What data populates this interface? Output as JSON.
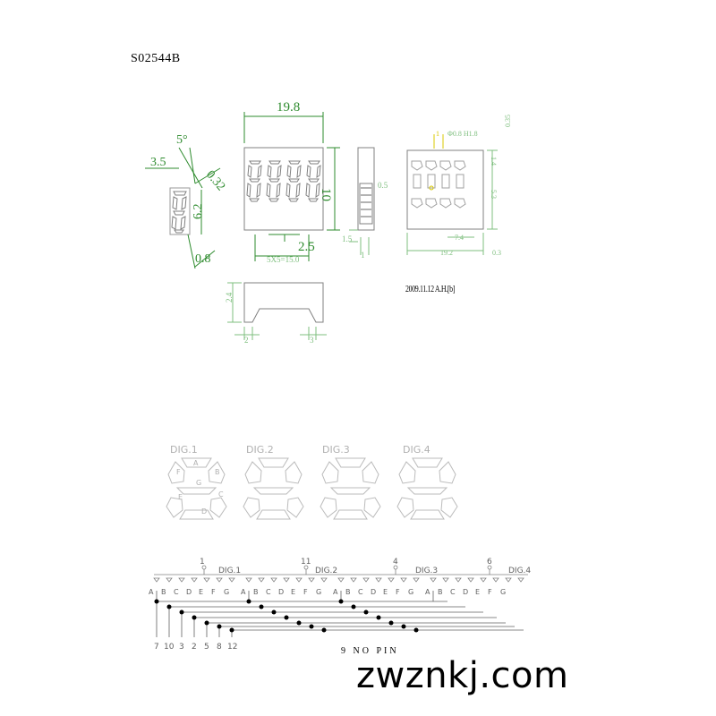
{
  "part_number": "S02544B",
  "date_code": "2009.11.12 A.H.[b]",
  "watermark": "zwznkj.com",
  "no_pin_note": "9 NO PIN",
  "colors": {
    "outline": "#808080",
    "dimension": "#2e8b2e",
    "dimension_light": "#7fbf7f",
    "accent": "#d8c800",
    "segment_label": "#b0b0b0",
    "schematic": "#000000"
  },
  "dimensions": {
    "side_view": {
      "angle": "5°",
      "width": "3.5",
      "diag": "0.32",
      "height": "6.2",
      "pin": "0.8"
    },
    "front_view": {
      "width": "19.8",
      "height": "10",
      "pitch": "2.5",
      "total": "5X5=15.0"
    },
    "side_profile": {
      "d1": "0.5",
      "d2": "1.5",
      "d3": "1"
    },
    "bottom_view": {
      "pad": "1",
      "hole": "Φ0.8 H1.8",
      "top": "0.35",
      "right1": "1.4",
      "right2": "5.3",
      "pitch": "7.4",
      "width": "19.2",
      "edge": "0.3"
    },
    "bottom_profile": {
      "h": "2.4",
      "a": "2",
      "b": "3"
    }
  },
  "digits": [
    {
      "label": "DIG.1",
      "segments": [
        "A",
        "B",
        "C",
        "D",
        "E",
        "F",
        "G"
      ]
    },
    {
      "label": "DIG.2"
    },
    {
      "label": "DIG.3"
    },
    {
      "label": "DIG.4"
    }
  ],
  "schematic": {
    "common_pins": [
      {
        "pin": "1",
        "digit": "DIG.1"
      },
      {
        "pin": "11",
        "digit": "DIG.2"
      },
      {
        "pin": "4",
        "digit": "DIG.3"
      },
      {
        "pin": "6",
        "digit": "DIG.4"
      }
    ],
    "segment_letters": [
      "A",
      "B",
      "C",
      "D",
      "E",
      "F",
      "G"
    ],
    "bottom_pins": [
      "7",
      "10",
      "3",
      "2",
      "5",
      "8",
      "12"
    ]
  }
}
